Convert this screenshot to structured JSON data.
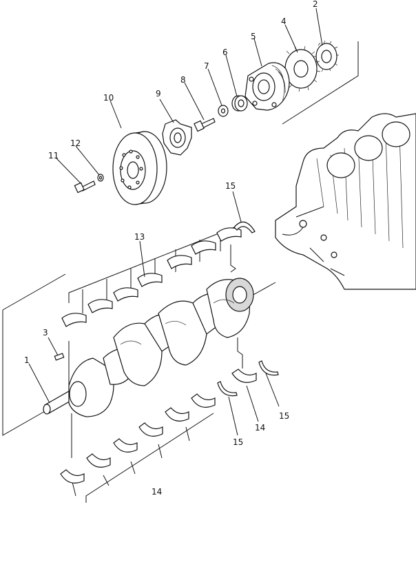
{
  "labels": {
    "p1": "1",
    "p2": "2",
    "p3": "3",
    "p4": "4",
    "p5": "5",
    "p6": "6",
    "p7": "7",
    "p8": "8",
    "p9": "9",
    "p10": "10",
    "p11": "11",
    "p12": "12",
    "p13": "13",
    "p14a": "14",
    "p14b": "14",
    "p15a": "15",
    "p15b": "15",
    "p15c": "15"
  }
}
